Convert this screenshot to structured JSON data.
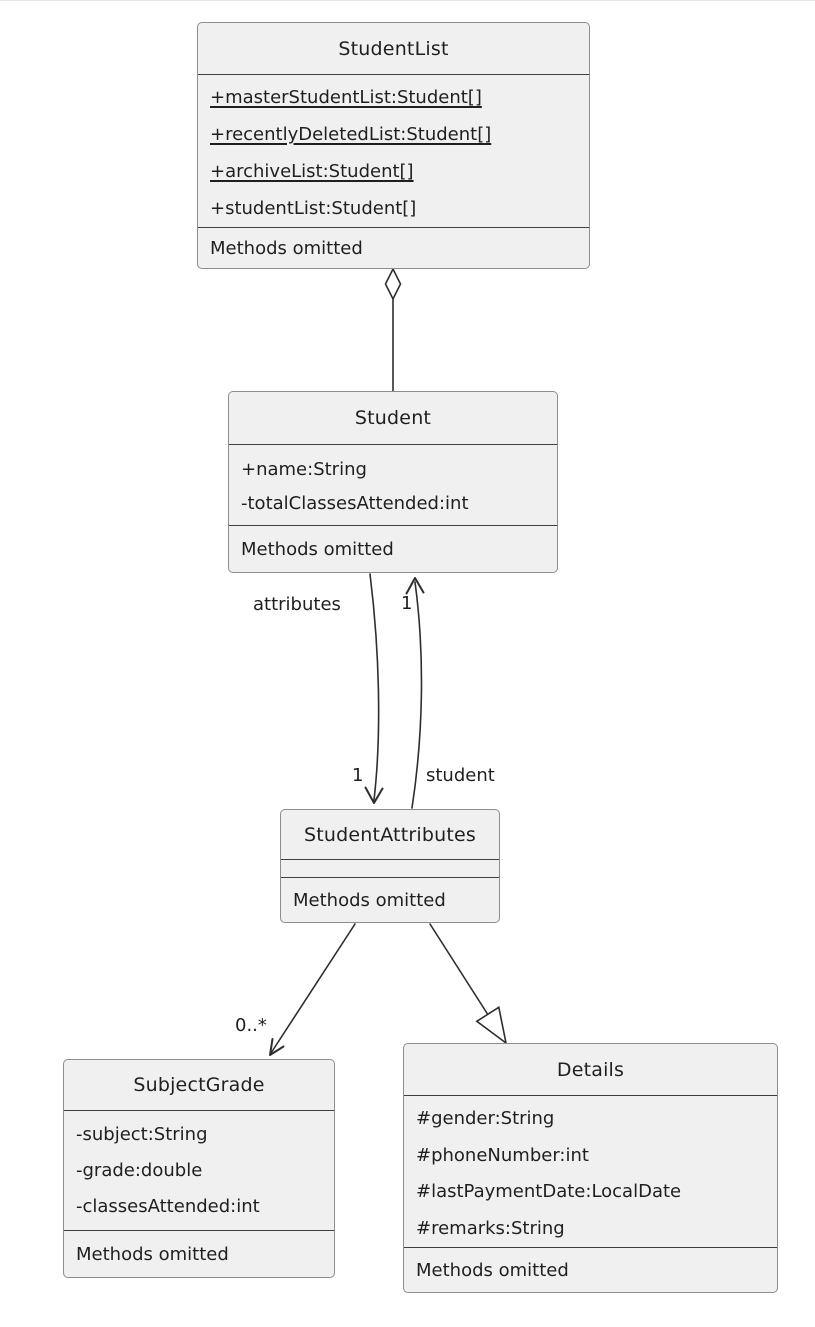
{
  "diagram": {
    "type": "uml-class-diagram",
    "colors": {
      "box_fill": "#f0f0f0",
      "box_border": "#8d8d8d",
      "separator": "#3f3f3f",
      "edge_line": "#2e2e2e",
      "text": "#1f1f1f",
      "background": "#ffffff"
    },
    "classes": [
      {
        "name": "StudentList",
        "attributes": [
          {
            "text": "+masterStudentList:Student[]",
            "underline": true
          },
          {
            "text": "+recentlyDeletedList:Student[]",
            "underline": true
          },
          {
            "text": "+archiveList:Student[]",
            "underline": true
          },
          {
            "text": "+studentList:Student[]",
            "underline": false
          }
        ],
        "methods_note": "Methods omitted"
      },
      {
        "name": "Student",
        "attributes": [
          {
            "text": "+name:String",
            "underline": false
          },
          {
            "text": "-totalClassesAttended:int",
            "underline": false
          }
        ],
        "methods_note": "Methods omitted"
      },
      {
        "name": "StudentAttributes",
        "attributes": [],
        "methods_note": "Methods omitted"
      },
      {
        "name": "SubjectGrade",
        "attributes": [
          {
            "text": "-subject:String",
            "underline": false
          },
          {
            "text": "-grade:double",
            "underline": false
          },
          {
            "text": "-classesAttended:int",
            "underline": false
          }
        ],
        "methods_note": "Methods omitted"
      },
      {
        "name": "Details",
        "attributes": [
          {
            "text": "#gender:String",
            "underline": false
          },
          {
            "text": "#phoneNumber:int",
            "underline": false
          },
          {
            "text": "#lastPaymentDate:LocalDate",
            "underline": false
          },
          {
            "text": "#remarks:String",
            "underline": false
          }
        ],
        "methods_note": "Methods omitted"
      }
    ],
    "relationships": [
      {
        "type": "aggregation",
        "from": "StudentList",
        "to": "Student"
      },
      {
        "type": "directed-association",
        "from": "Student",
        "to": "StudentAttributes",
        "role": "attributes",
        "multiplicity": "1"
      },
      {
        "type": "directed-association",
        "from": "StudentAttributes",
        "to": "Student",
        "role": "student",
        "multiplicity": "1"
      },
      {
        "type": "directed-association",
        "from": "StudentAttributes",
        "to": "SubjectGrade",
        "multiplicity": "0..*"
      },
      {
        "type": "generalization",
        "from": "StudentAttributes",
        "to": "Details"
      }
    ]
  }
}
